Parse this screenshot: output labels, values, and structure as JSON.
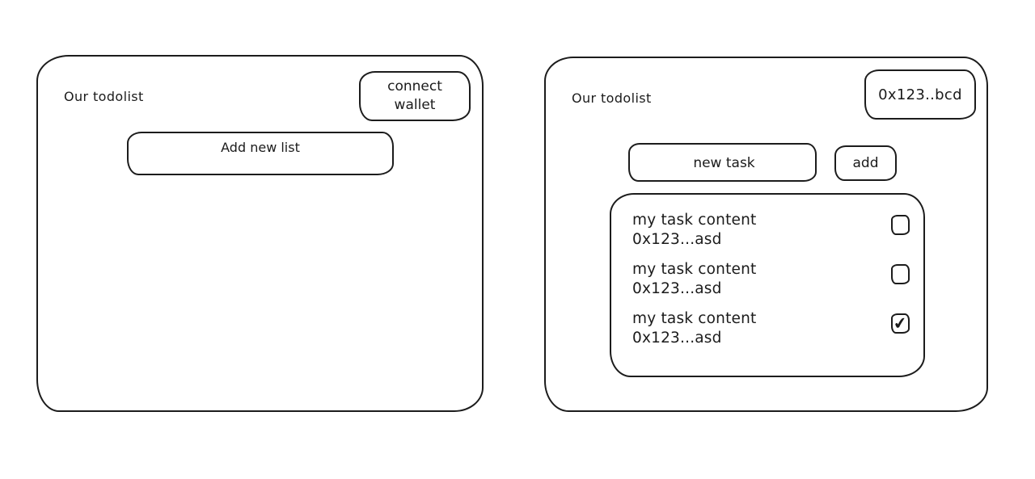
{
  "canvas": {
    "background": "#ffffff",
    "stroke": "#1c1c1c"
  },
  "icons": {
    "check": "✔"
  },
  "left_panel": {
    "title": "Our todolist",
    "connect_wallet_label": "connect wallet",
    "add_new_list_label": "Add new list"
  },
  "right_panel": {
    "title": "Our todolist",
    "wallet_address_label": "0x123..bcd",
    "new_task_placeholder": "new task",
    "add_button_label": "add",
    "tasks": [
      {
        "content": "my task content",
        "address": "0x123...asd",
        "checked": false
      },
      {
        "content": "my task content",
        "address": "0x123...asd",
        "checked": false
      },
      {
        "content": "my task content",
        "address": "0x123...asd",
        "checked": true
      }
    ]
  }
}
